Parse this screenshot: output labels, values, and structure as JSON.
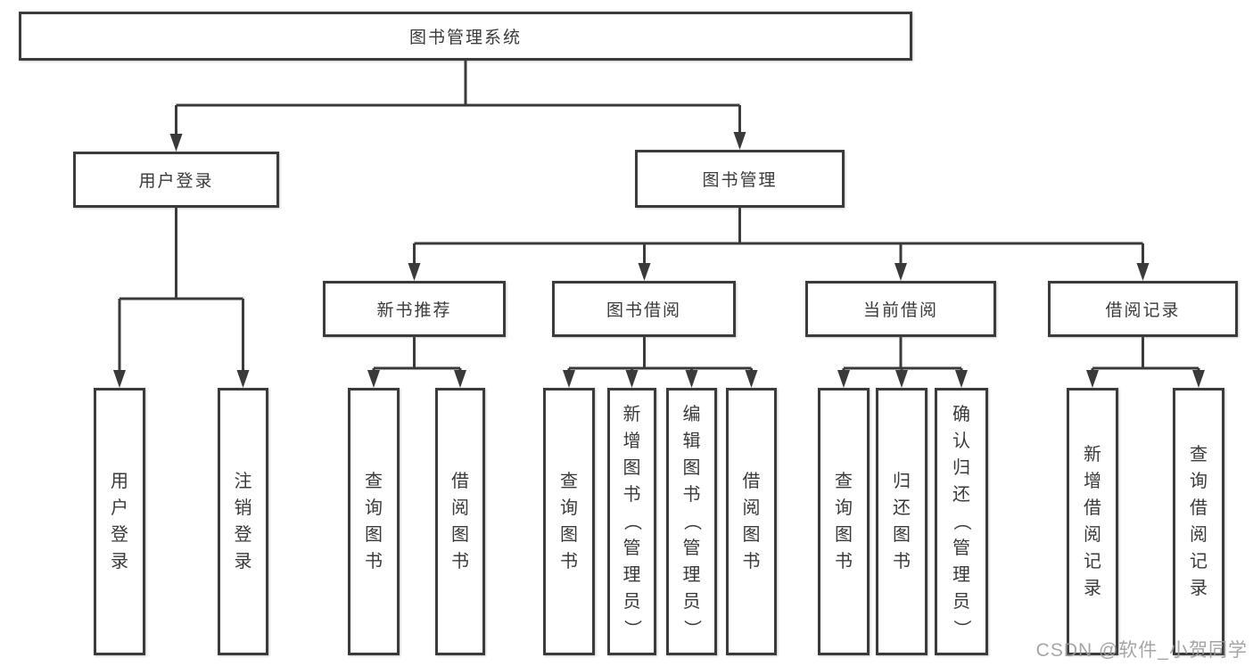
{
  "diagram": {
    "root": {
      "label": "图书管理系统"
    },
    "branches": [
      {
        "label": "用户登录",
        "children": [
          {
            "label": "用户登录"
          },
          {
            "label": "注销登录"
          }
        ]
      },
      {
        "label": "图书管理",
        "children": [
          {
            "label": "新书推荐",
            "children": [
              {
                "label": "查询图书"
              },
              {
                "label": "借阅图书"
              }
            ]
          },
          {
            "label": "图书借阅",
            "children": [
              {
                "label": "查询图书"
              },
              {
                "label": "新增图书（管理员）"
              },
              {
                "label": "编辑图书（管理员）"
              },
              {
                "label": "借阅图书"
              }
            ]
          },
          {
            "label": "当前借阅",
            "children": [
              {
                "label": "查询图书"
              },
              {
                "label": "归还图书"
              },
              {
                "label": "确认归还（管理员）"
              }
            ]
          },
          {
            "label": "借阅记录",
            "children": [
              {
                "label": "新增借阅记录"
              },
              {
                "label": "查询借阅记录"
              }
            ]
          }
        ]
      }
    ]
  },
  "watermark": "CSDN @软件_小贺同学",
  "colors": {
    "line": "#3a3a3a",
    "text": "#3a3a3a",
    "box_background": "#ffffff",
    "watermark": "#9c9c9c",
    "background": "#ffffff"
  }
}
